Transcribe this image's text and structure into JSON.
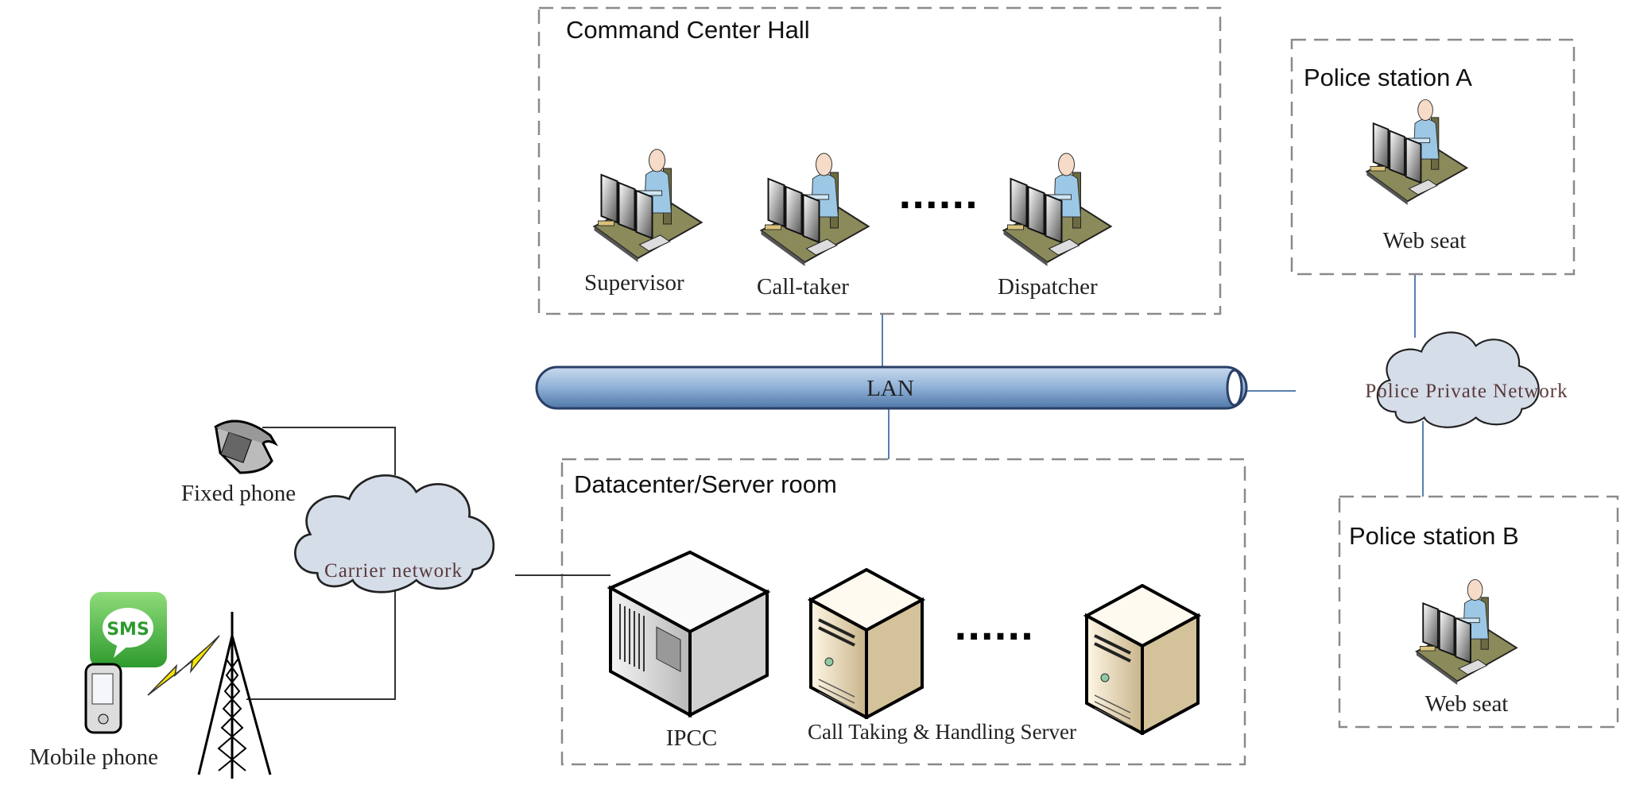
{
  "colors": {
    "lan": "#8fb0d6",
    "cloud": "#d5dde9",
    "sms_green": "#3aa63a",
    "server_beige": "#e6d8b8",
    "dashed_border": "#8a8a8a"
  },
  "command_center": {
    "title": "Command Center Hall",
    "seats": [
      {
        "label": "Supervisor",
        "icon": "workstation-icon"
      },
      {
        "label": "Call-taker",
        "icon": "workstation-icon"
      },
      {
        "label": "Dispatcher",
        "icon": "workstation-icon"
      }
    ],
    "ellipsis": "......"
  },
  "lan": {
    "label": "LAN"
  },
  "datacenter": {
    "title": "Datacenter/Server room",
    "ipcc_label": "IPCC",
    "servers_label": "Call Taking & Handling Server",
    "ellipsis": "......"
  },
  "police_network": {
    "label": "Police Private Network"
  },
  "station_a": {
    "title": "Police station A",
    "seat_label": "Web seat"
  },
  "station_b": {
    "title": "Police station B",
    "seat_label": "Web seat"
  },
  "carrier": {
    "label": "Carrier network"
  },
  "fixed_phone": {
    "label": "Fixed phone"
  },
  "mobile": {
    "label": "Mobile phone",
    "sms_text": "SMS"
  }
}
